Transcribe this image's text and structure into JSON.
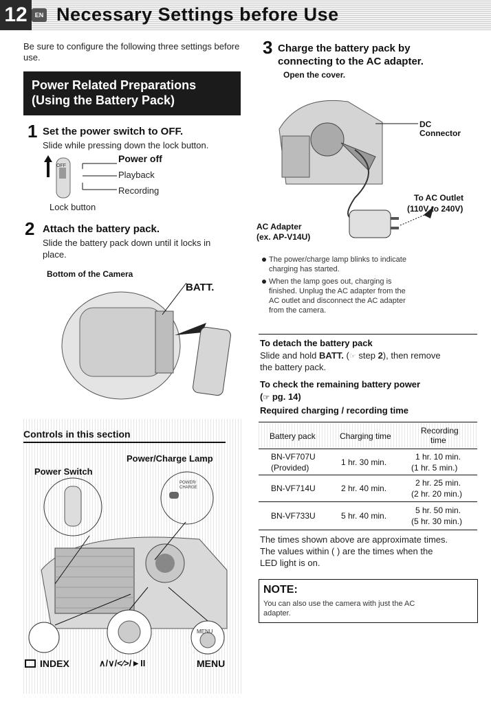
{
  "header": {
    "page_number": "12",
    "lang": "EN",
    "title": "Necessary Settings before Use"
  },
  "intro": "Be sure to configure the following three settings before use.",
  "banner": {
    "line1": "Power Related Preparations",
    "line2": "(Using the Battery Pack)"
  },
  "step1": {
    "num": "1",
    "heading": "Set the power switch to OFF.",
    "text": "Slide while pressing down the lock button.",
    "labels": {
      "off": "Power off",
      "playback": "Playback",
      "recording": "Recording",
      "lock": "Lock button",
      "switch_off": "OFF"
    }
  },
  "step2": {
    "num": "2",
    "heading": "Attach the battery pack.",
    "text_line1": "Slide the battery pack down until it locks in",
    "text_line2": "place.",
    "caption": "Bottom of the Camera",
    "batt": "BATT."
  },
  "controls": {
    "title": "Controls in this section",
    "power_lamp": "Power/Charge Lamp",
    "power_switch": "Power Switch",
    "lamp_label": "POWER/ CHARGE",
    "bottom": "INDEX",
    "arrows": "∧/∨/<⁄>/►II",
    "menu": "MENU"
  },
  "step3": {
    "num": "3",
    "heading_line1": "Charge the battery pack by",
    "heading_line2": "connecting to the AC adapter.",
    "sub": "Open the cover.",
    "dc": "DC",
    "connector": "Connector",
    "to_ac": "To AC Outlet",
    "volt": "(110V to 240V)",
    "adapter": "AC Adapter",
    "adapter_model": "(ex. AP-V14U)",
    "bullet1_l1": "The power/charge lamp blinks to indicate",
    "bullet1_l2": "charging has started.",
    "bullet2_l1": "When the lamp goes out, charging is",
    "bullet2_l2": "finished. Unplug the AC adapter from the",
    "bullet2_l3": "AC outlet and disconnect the AC adapter",
    "bullet2_l4": "from the camera."
  },
  "detach": {
    "heading": "To detach the battery pack",
    "text_a": "Slide and hold",
    "batt": "BATT.",
    "step_ref": "step",
    "step_num": "2",
    "text_b": "), then remove",
    "text_c": "the battery pack."
  },
  "check": {
    "heading": "To check the remaining battery power",
    "ref": "pg. 14)"
  },
  "required": {
    "heading": "Required charging / recording time"
  },
  "table": {
    "headers": [
      "Battery pack",
      "Charging time",
      "Recording",
      "time"
    ],
    "rows": [
      {
        "pack": "BN-VF707U",
        "pack2": "(Provided)",
        "charge": "1 hr. 30 min.",
        "rec1": "1 hr. 10 min.",
        "rec2": "(1 hr. 5 min.)"
      },
      {
        "pack": "BN-VF714U",
        "pack2": "",
        "charge": "2 hr. 40 min.",
        "rec1": "2 hr. 25 min.",
        "rec2": "(2 hr. 20 min.)"
      },
      {
        "pack": "BN-VF733U",
        "pack2": "",
        "charge": "5 hr. 40 min.",
        "rec1": "5 hr. 50 min.",
        "rec2": "(5 hr. 30 min.)"
      }
    ]
  },
  "after_table": {
    "l1": "The times shown above are approximate times.",
    "l2": "The values within ( ) are the times when the",
    "l3": "LED light is on."
  },
  "note": {
    "title": "NOTE:",
    "l1": "You can also use the camera with just the AC",
    "l2": "adapter."
  }
}
